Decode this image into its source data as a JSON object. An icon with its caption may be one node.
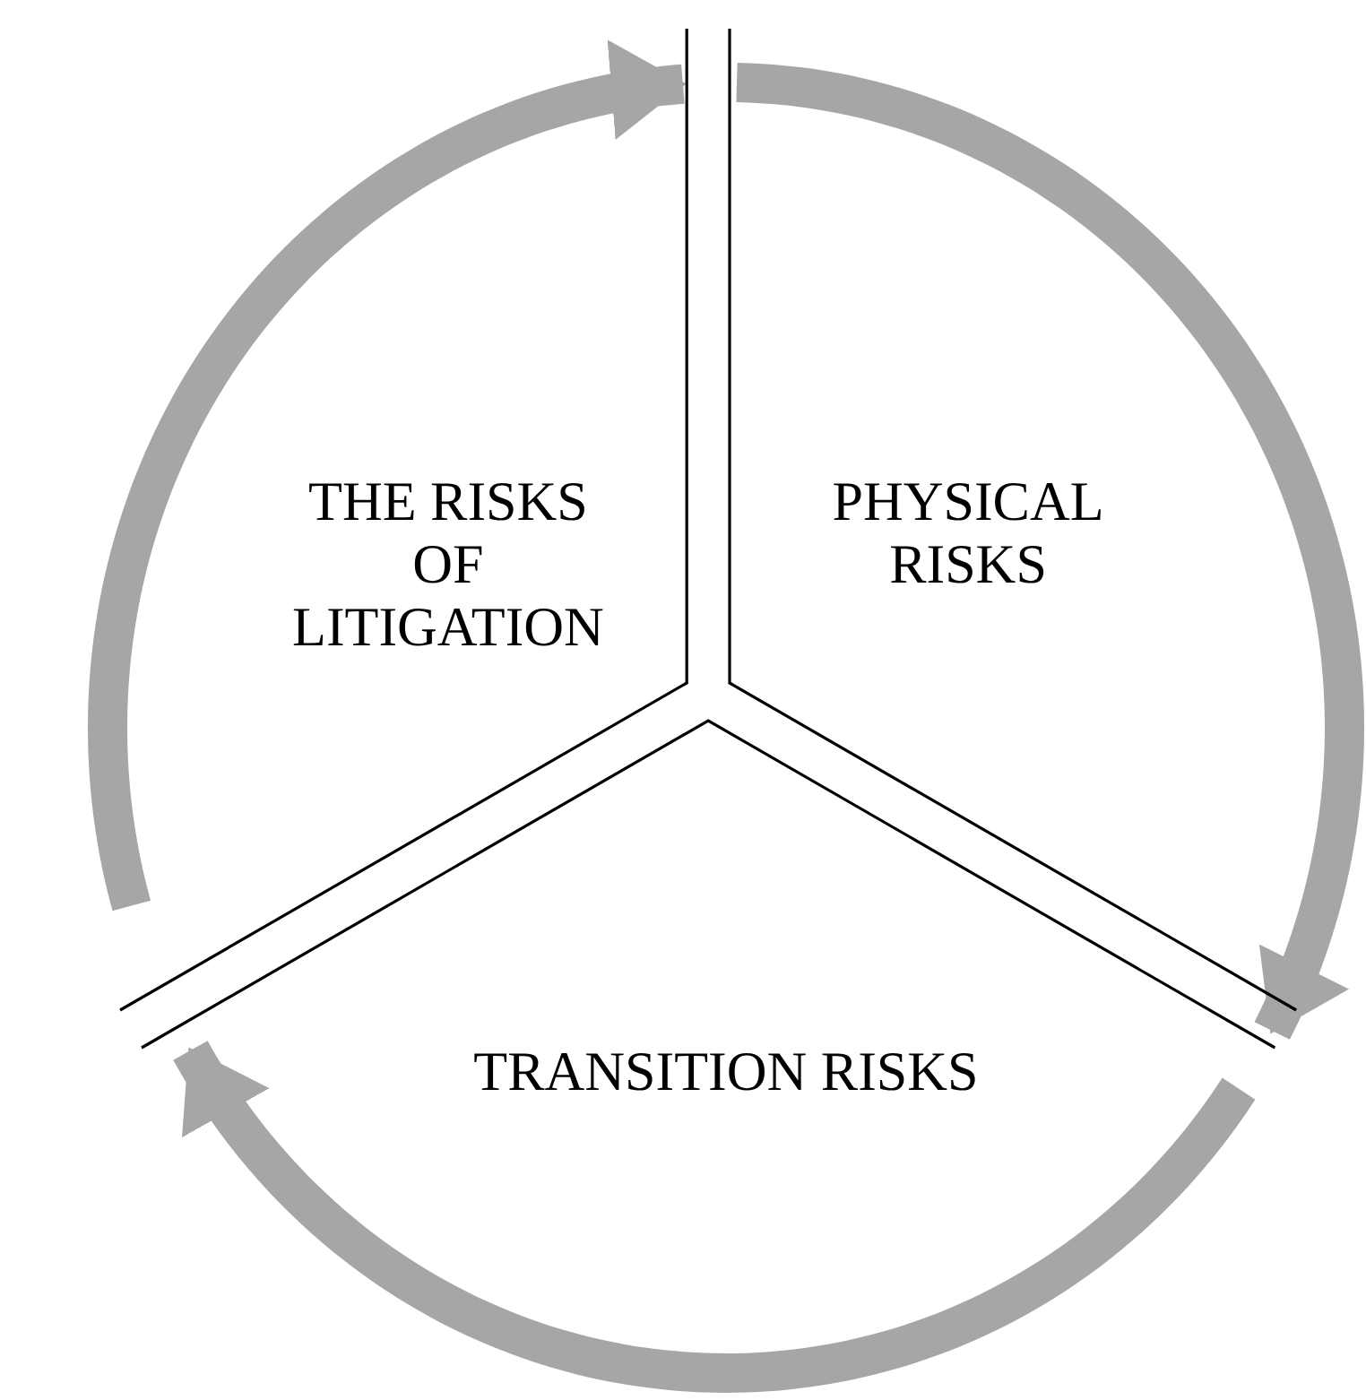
{
  "diagram": {
    "nodes": [
      {
        "text": [
          "THE RISKS OF LITIGATION"
        ]
      },
      {
        "text": [
          "PHYSICAL RISKS"
        ]
      },
      {
        "text": [
          "TRANSITION RISKS"
        ]
      }
    ],
    "edges": [
      {
        "from": 1,
        "to": 2,
        "arrow": "to"
      },
      {
        "from": 2,
        "to": 0,
        "arrow": "to"
      },
      {
        "from": 0,
        "to": 1,
        "arrow": "to"
      }
    ]
  }
}
